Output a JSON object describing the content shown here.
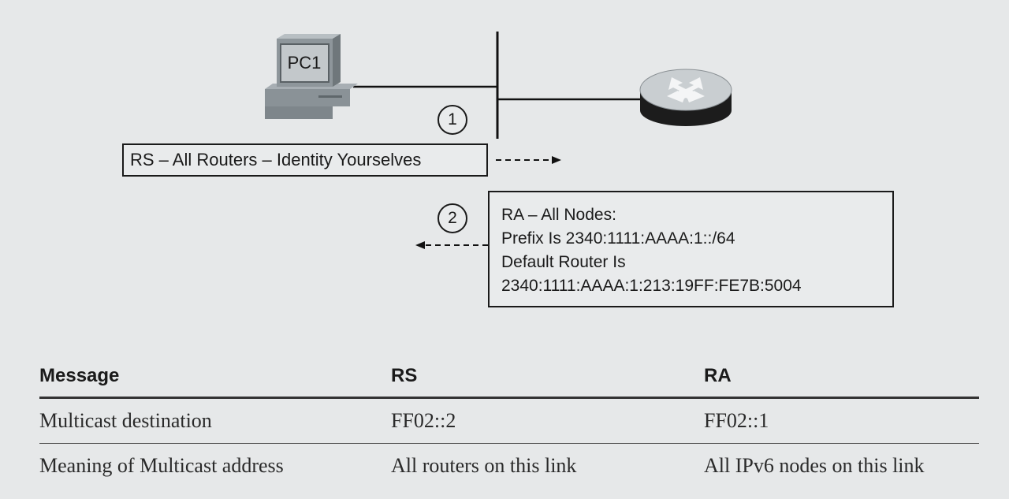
{
  "diagram": {
    "pc_label": "PC1",
    "step1": "1",
    "step2": "2",
    "rs_message": "RS – All Routers – Identity Yourselves",
    "ra_lines": [
      "RA – All Nodes:",
      "Prefix Is 2340:1111:AAAA:1::/64",
      "Default Router Is",
      "2340:1111:AAAA:1:213:19FF:FE7B:5004"
    ]
  },
  "table": {
    "headers": [
      "Message",
      "RS",
      "RA"
    ],
    "rows": [
      [
        "Multicast destination",
        "FF02::2",
        "FF02::1"
      ],
      [
        "Meaning of Multicast address",
        "All routers on this link",
        "All IPv6 nodes on this link"
      ]
    ]
  },
  "colors": {
    "background": "#e6e8e9",
    "ink": "#1a1a1a",
    "pc_body": "#8c9499",
    "router_top": "#c9ced1",
    "router_base": "#1c1c1c"
  }
}
